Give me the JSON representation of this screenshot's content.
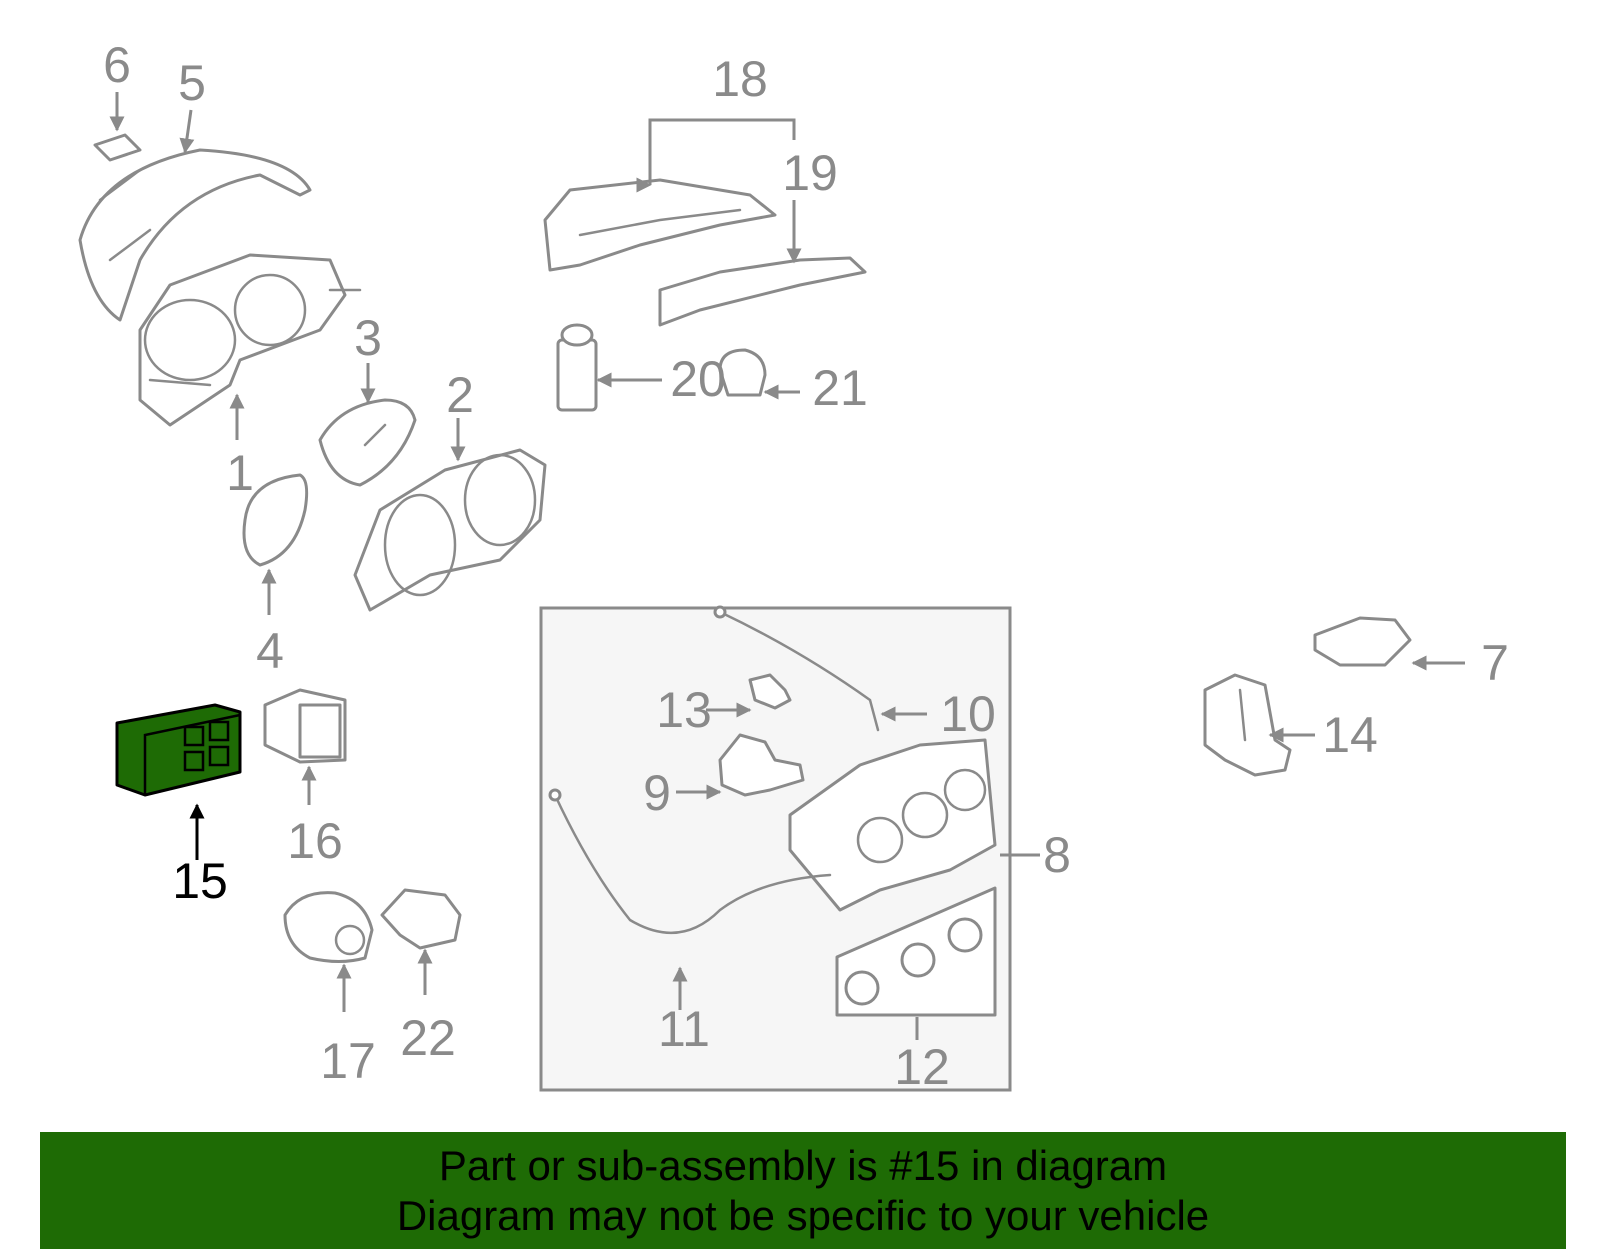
{
  "callouts": {
    "c1": "1",
    "c2": "2",
    "c3": "3",
    "c4": "4",
    "c5": "5",
    "c6": "6",
    "c7": "7",
    "c8": "8",
    "c9": "9",
    "c10": "10",
    "c11": "11",
    "c12": "12",
    "c13": "13",
    "c14": "14",
    "c15": "15",
    "c16": "16",
    "c17": "17",
    "c18": "18",
    "c19": "19",
    "c20": "20",
    "c21": "21",
    "c22": "22"
  },
  "highlight": {
    "part": "15",
    "color": "#1e6b05"
  },
  "banner": {
    "line1": "Part or sub-assembly is #15 in diagram",
    "line2": "Diagram may not be specific to your vehicle",
    "color": "#1e6b05"
  }
}
